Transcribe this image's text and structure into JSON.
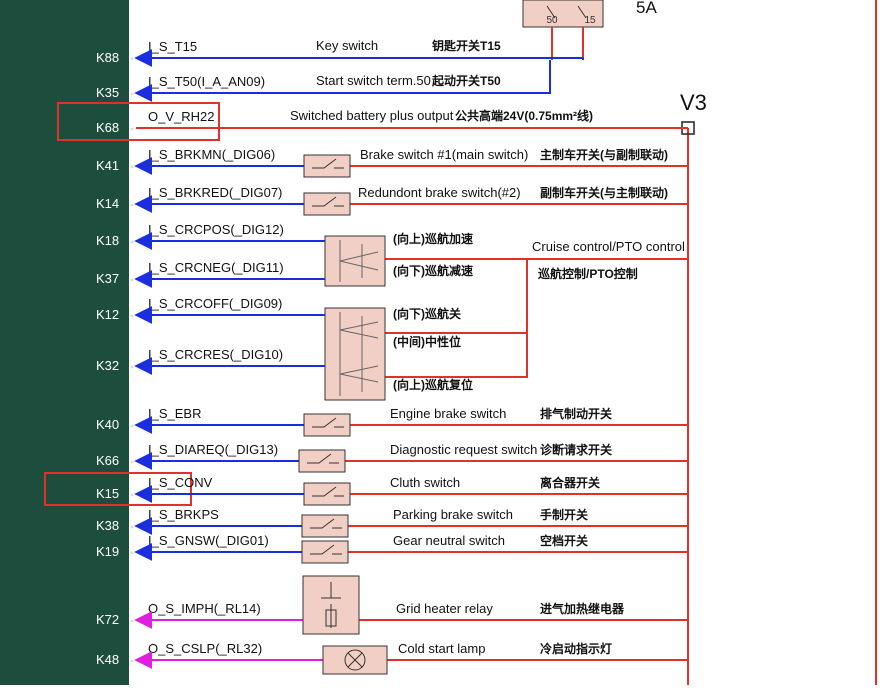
{
  "pins": [
    {
      "pin": "K88",
      "signal": "I_S_T15",
      "desc": "Key switch",
      "cn": "钥匙开关T15"
    },
    {
      "pin": "K35",
      "signal": "I_S_T50(I_A_AN09)",
      "desc": "Start switch term.50",
      "cn": "起动开关T50"
    },
    {
      "pin": "K68",
      "signal": "O_V_RH22",
      "desc": "Switched battery plus output",
      "cn": "公共高端24V(0.75mm²线)"
    },
    {
      "pin": "K41",
      "signal": "I_S_BRKMN(_DIG06)",
      "desc": "Brake switch #1(main switch)",
      "cn": "主制车开关(与副制联动)"
    },
    {
      "pin": "K14",
      "signal": "I_S_BRKRED(_DIG07)",
      "desc": "Redundont brake switch(#2)",
      "cn": "副制车开关(与主制联动)"
    },
    {
      "pin": "K18",
      "signal": "I_S_CRCPOS(_DIG12)",
      "desc": "",
      "cn": "(向上)巡航加速"
    },
    {
      "pin": "K37",
      "signal": "I_S_CRCNEG(_DIG11)",
      "desc": "",
      "cn": "(向下)巡航减速"
    },
    {
      "pin": "K12",
      "signal": "I_S_CRCOFF(_DIG09)",
      "desc": "",
      "cn": "(向下)巡航关"
    },
    {
      "pin": "K32",
      "signal": "I_S_CRCRES(_DIG10)",
      "desc": "",
      "cn": "(向上)巡航复位"
    },
    {
      "pin": "K40",
      "signal": "I_S_EBR",
      "desc": "Engine brake switch",
      "cn": "排气制动开关"
    },
    {
      "pin": "K66",
      "signal": "I_S_DIAREQ(_DIG13)",
      "desc": "Diagnostic request switch",
      "cn": "诊断请求开关"
    },
    {
      "pin": "K15",
      "signal": "I_S_CONV",
      "desc": "Cluth switch",
      "cn": "离合器开关"
    },
    {
      "pin": "K38",
      "signal": "I_S_BRKPS",
      "desc": "Parking brake switch",
      "cn": "手制开关"
    },
    {
      "pin": "K19",
      "signal": "I_S_GNSW(_DIG01)",
      "desc": "Gear neutral switch",
      "cn": "空档开关"
    },
    {
      "pin": "K72",
      "signal": "O_S_IMPH(_RL14)",
      "desc": "Grid heater relay",
      "cn": "进气加热继电器"
    },
    {
      "pin": "K48",
      "signal": "O_S_CSLP(_RL32)",
      "desc": "Cold start lamp",
      "cn": "冷启动指示灯"
    }
  ],
  "extra_labels": {
    "fuse": "5A",
    "relay_50": "50",
    "relay_15": "15",
    "v3": "V3",
    "crc_mid": "(中间)中性位",
    "cruise_en": "Cruise control/PTO control",
    "cruise_cn": "巡航控制/PTO控制"
  },
  "colors": {
    "ecu_panel": "#1d4d3c",
    "input_wire": "#1a2ee0",
    "output_wire": "#e0312b",
    "relay_wire": "#e020e0",
    "highlight_box": "#e0312b",
    "component_fill": "#f2cfc5"
  }
}
